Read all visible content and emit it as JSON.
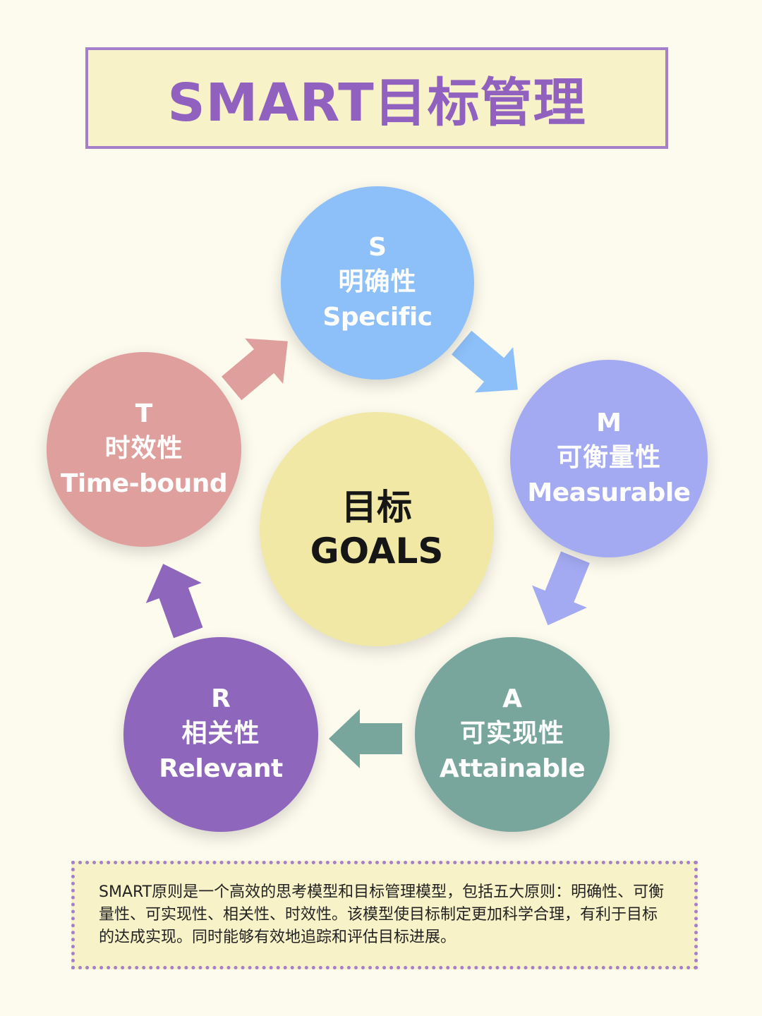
{
  "title": "SMART目标管理",
  "center": {
    "cn": "目标",
    "en": "GOALS",
    "color": "#f1e8a6"
  },
  "nodes": [
    {
      "letter": "S",
      "cn": "明确性",
      "en": "Specific",
      "color": "#8dbff8"
    },
    {
      "letter": "M",
      "cn": "可衡量性",
      "en": "Measurable",
      "color": "#a3aaf2"
    },
    {
      "letter": "A",
      "cn": "可实现性",
      "en": "Attainable",
      "color": "#78a69c"
    },
    {
      "letter": "R",
      "cn": "相关性",
      "en": "Relevant",
      "color": "#8e67bd"
    },
    {
      "letter": "T",
      "cn": "时效性",
      "en": "Time-bound",
      "color": "#df9f9d"
    }
  ],
  "arrows": [
    {
      "from": "T",
      "to": "S",
      "color": "#df9f9d"
    },
    {
      "from": "S",
      "to": "M",
      "color": "#8dbff8"
    },
    {
      "from": "M",
      "to": "A",
      "color": "#a3aaf2"
    },
    {
      "from": "A",
      "to": "R",
      "color": "#78a69c"
    },
    {
      "from": "R",
      "to": "T",
      "color": "#8e67bd"
    }
  ],
  "description": "SMART原则是一个高效的思考模型和目标管理模型，包括五大原则：明确性、可衡量性、可实现性、相关性、时效性。该模型使目标制定更加科学合理，有利于目标的达成实现。同时能够有效地追踪和评估目标进展。",
  "colors": {
    "background": "#fdfbee",
    "panel": "#f8f2c8",
    "accent": "#a57fc9",
    "title": "#9061be"
  }
}
